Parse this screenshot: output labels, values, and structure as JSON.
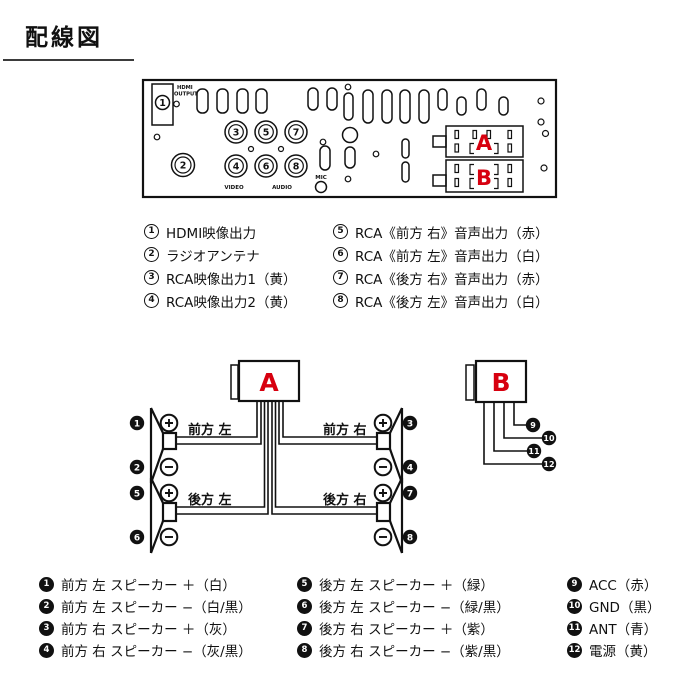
{
  "title": "配線図",
  "colors": {
    "red": "#d7000f",
    "ink": "#111111"
  },
  "panel": {
    "hdmi_line1": "HDMI",
    "hdmi_line2": "OUTPUT",
    "video": "VIDEO",
    "audio": "AUDIO",
    "mic": "MIC",
    "connector_a": "A",
    "connector_b": "B",
    "jacks": {
      "hdmi": "1",
      "antenna": "2",
      "video1": "3",
      "video2": "4",
      "front_right": "5",
      "front_left": "6",
      "rear_right": "7",
      "rear_left": "8"
    }
  },
  "output_legend": {
    "col1": [
      {
        "num": "1",
        "text": "HDMI映像出力"
      },
      {
        "num": "2",
        "text": "ラジオアンテナ"
      },
      {
        "num": "3",
        "text": "RCA映像出力1（黄）"
      },
      {
        "num": "4",
        "text": "RCA映像出力2（黄）"
      }
    ],
    "col2": [
      {
        "num": "5",
        "text": "RCA《前方 右》音声出力（赤）"
      },
      {
        "num": "6",
        "text": "RCA《前方 左》音声出力（白）"
      },
      {
        "num": "7",
        "text": "RCA《後方 右》音声出力（赤）"
      },
      {
        "num": "8",
        "text": "RCA《後方 左》音声出力（白）"
      }
    ]
  },
  "wiring": {
    "connector_a": "A",
    "connector_b": "B",
    "front_left": {
      "label": "前方 左",
      "plus_num": "1",
      "minus_num": "2"
    },
    "front_right": {
      "label": "前方 右",
      "plus_num": "3",
      "minus_num": "4"
    },
    "rear_left": {
      "label": "後方 左",
      "plus_num": "5",
      "minus_num": "6"
    },
    "rear_right": {
      "label": "後方 右",
      "plus_num": "7",
      "minus_num": "8"
    },
    "b_pins": [
      {
        "num": "9"
      },
      {
        "num": "10"
      },
      {
        "num": "11"
      },
      {
        "num": "12"
      }
    ]
  },
  "wire_legend": {
    "col1": [
      {
        "num": "1",
        "text": "前方 左 スピーカー ＋（白）"
      },
      {
        "num": "2",
        "text": "前方 左 スピーカー −（白/黒）"
      },
      {
        "num": "3",
        "text": "前方 右 スピーカー ＋（灰）"
      },
      {
        "num": "4",
        "text": "前方 右 スピーカー −（灰/黒）"
      }
    ],
    "col2": [
      {
        "num": "5",
        "text": "後方 左 スピーカー ＋（緑）"
      },
      {
        "num": "6",
        "text": "後方 左 スピーカー −（緑/黒）"
      },
      {
        "num": "7",
        "text": "後方 右 スピーカー ＋（紫）"
      },
      {
        "num": "8",
        "text": "後方 右 スピーカー −（紫/黒）"
      }
    ],
    "col3": [
      {
        "num": "9",
        "text": "ACC（赤）"
      },
      {
        "num": "10",
        "text": "GND（黒）"
      },
      {
        "num": "11",
        "text": "ANT（青）"
      },
      {
        "num": "12",
        "text": "電源（黄）"
      }
    ]
  }
}
